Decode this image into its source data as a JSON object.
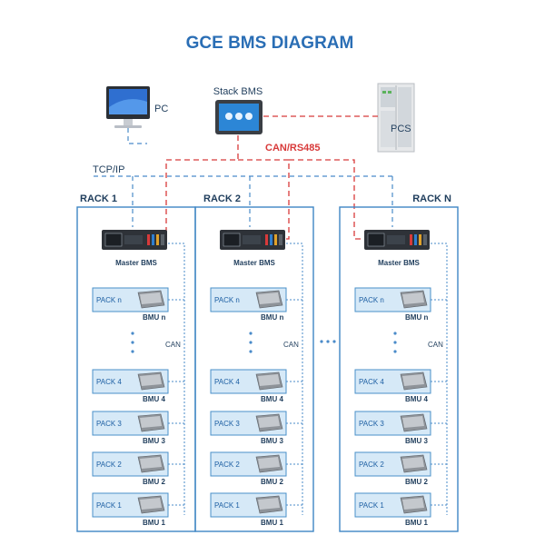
{
  "title": "GCE BMS DIAGRAM",
  "top": {
    "pc": "PC",
    "stack_bms": "Stack BMS",
    "pcs": "PCS",
    "can_rs485": "CAN/RS485",
    "tcp_ip": "TCP/IP"
  },
  "racks": [
    {
      "name": "RACK 1",
      "master_bms": "Master BMS",
      "can": "CAN",
      "packs": [
        {
          "pack": "PACK n",
          "bmu": "BMU n"
        },
        {
          "pack": "PACK 4",
          "bmu": "BMU 4"
        },
        {
          "pack": "PACK 3",
          "bmu": "BMU 3"
        },
        {
          "pack": "PACK 2",
          "bmu": "BMU 2"
        },
        {
          "pack": "PACK 1",
          "bmu": "BMU 1"
        }
      ]
    },
    {
      "name": "RACK 2",
      "master_bms": "Master BMS",
      "can": "CAN",
      "packs": [
        {
          "pack": "PACK n",
          "bmu": "BMU n"
        },
        {
          "pack": "PACK 4",
          "bmu": "BMU 4"
        },
        {
          "pack": "PACK 3",
          "bmu": "BMU 3"
        },
        {
          "pack": "PACK 2",
          "bmu": "BMU 2"
        },
        {
          "pack": "PACK 1",
          "bmu": "BMU 1"
        }
      ]
    },
    {
      "name": "RACK N",
      "master_bms": "Master BMS",
      "can": "CAN",
      "packs": [
        {
          "pack": "PACK n",
          "bmu": "BMU n"
        },
        {
          "pack": "PACK 4",
          "bmu": "BMU 4"
        },
        {
          "pack": "PACK 3",
          "bmu": "BMU 3"
        },
        {
          "pack": "PACK 2",
          "bmu": "BMU 2"
        },
        {
          "pack": "PACK 1",
          "bmu": "BMU 1"
        }
      ]
    }
  ],
  "colors": {
    "title": "#2a6eb5",
    "rack_border": "#3f86c4",
    "pack_fill": "#d6e9f7",
    "pack_border": "#4a90c8",
    "pack_text": "#1d5fa3",
    "red_link": "#d83a3a",
    "blue_link": "#4a8bc9",
    "dark_text": "#1f3d5c"
  }
}
